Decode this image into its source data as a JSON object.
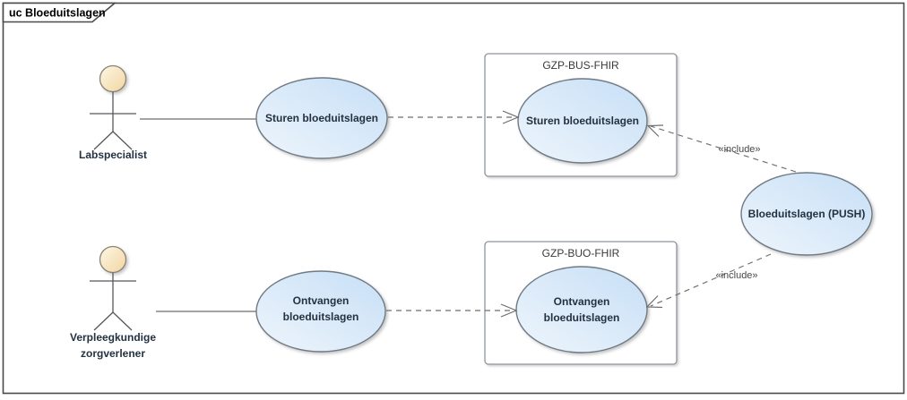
{
  "frame": {
    "title": "uc Bloeduitslagen"
  },
  "actors": [
    {
      "label": "Labspecialist"
    },
    {
      "label_line1": "Verpleegkundige",
      "label_line2": "zorgverlener"
    }
  ],
  "systems": [
    {
      "label": "GZP-BUS-FHIR"
    },
    {
      "label": "GZP-BUO-FHIR"
    }
  ],
  "use_cases": {
    "sturen_outer": {
      "label": "Sturen bloeduitslagen"
    },
    "sturen_inner": {
      "label": "Sturen bloeduitslagen"
    },
    "ontvangen_outer": {
      "label_line1": "Ontvangen",
      "label_line2": "bloeduitslagen"
    },
    "ontvangen_inner": {
      "label_line1": "Ontvangen",
      "label_line2": "bloeduitslagen"
    },
    "push": {
      "label": "Bloeduitslagen (PUSH)"
    }
  },
  "connectors": {
    "include_top": {
      "stereotype": "«include»"
    },
    "include_bottom": {
      "stereotype": "«include»"
    }
  },
  "colors": {
    "usecase_fill_light": "#eef5fc",
    "usecase_fill_dark": "#c7dff6",
    "usecase_border": "#6f7a84",
    "box_border": "#8d959c",
    "frame_border": "#4a4a4a",
    "connector": "#6e6e6e",
    "figure_stroke": "#54585c",
    "actor_head_light": "#fdf7e6",
    "actor_head_dark": "#f2d5a0",
    "actor_head_stroke": "#8b8374",
    "label_text": "#233240",
    "secondary_text": "#3a3a3a",
    "include_text": "#474747"
  }
}
